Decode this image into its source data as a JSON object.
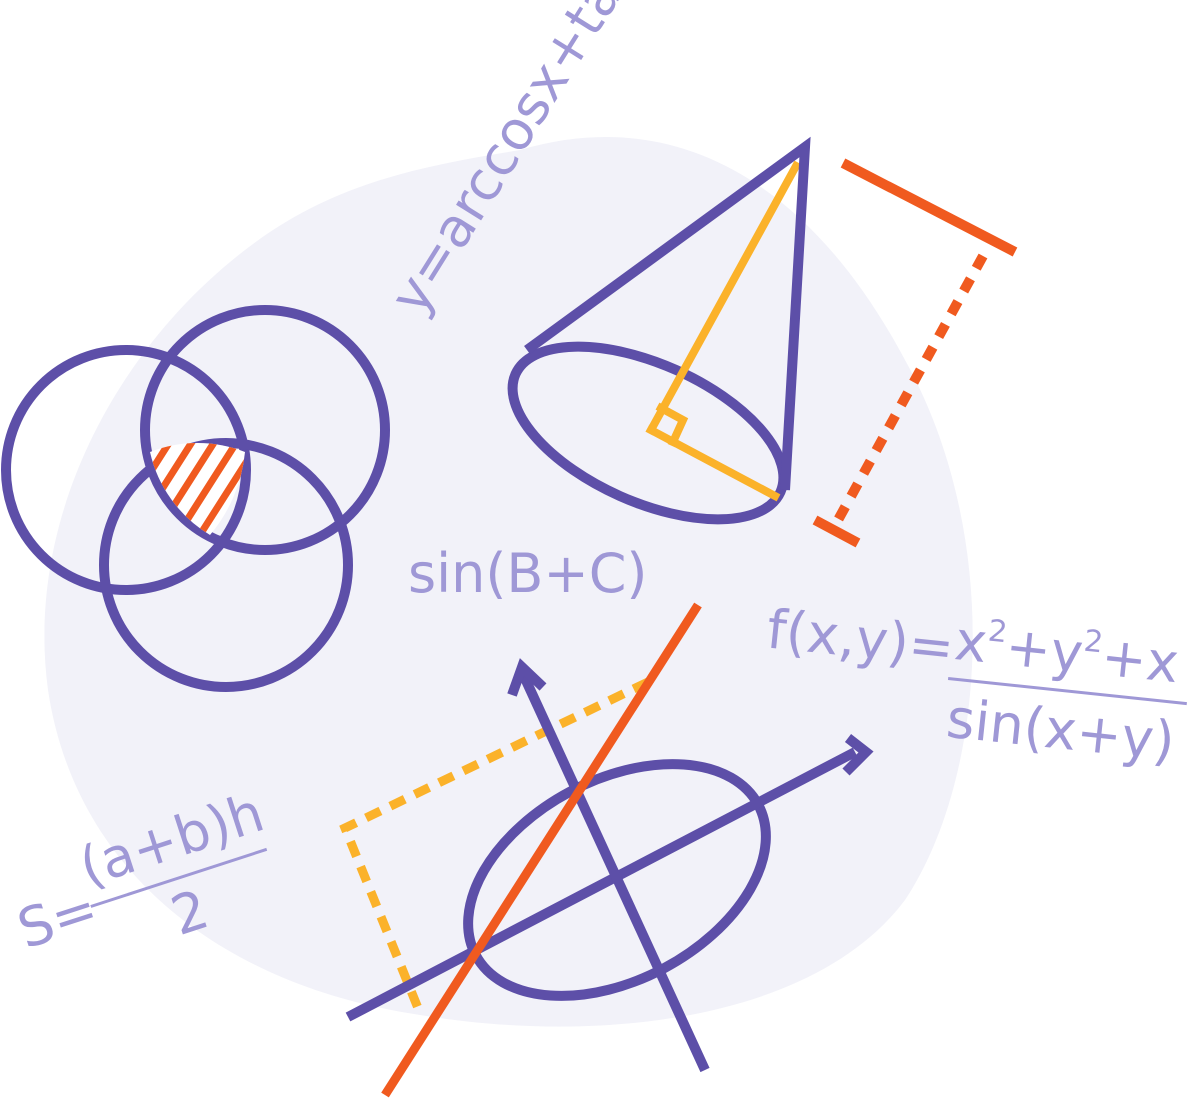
{
  "colors": {
    "blob": "#f2f2f9",
    "purple": "#5d4fa8",
    "orange": "#f05a1f",
    "yellow": "#fbb22a",
    "formula": "#9f98d6"
  },
  "formulas": {
    "arccos": "y=arccosx+tanx",
    "sin_b_c": "sin(B+C)",
    "f_lhs": "f(x,y)=",
    "f_num_x": "x",
    "f_num_sup1": "2",
    "f_num_plus_y": "+y",
    "f_num_sup2": "2",
    "f_num_tail": "+x",
    "f_den": "sin(x+y)",
    "s_lhs": "S=",
    "s_num": "(a+b)h",
    "s_den": "2"
  }
}
